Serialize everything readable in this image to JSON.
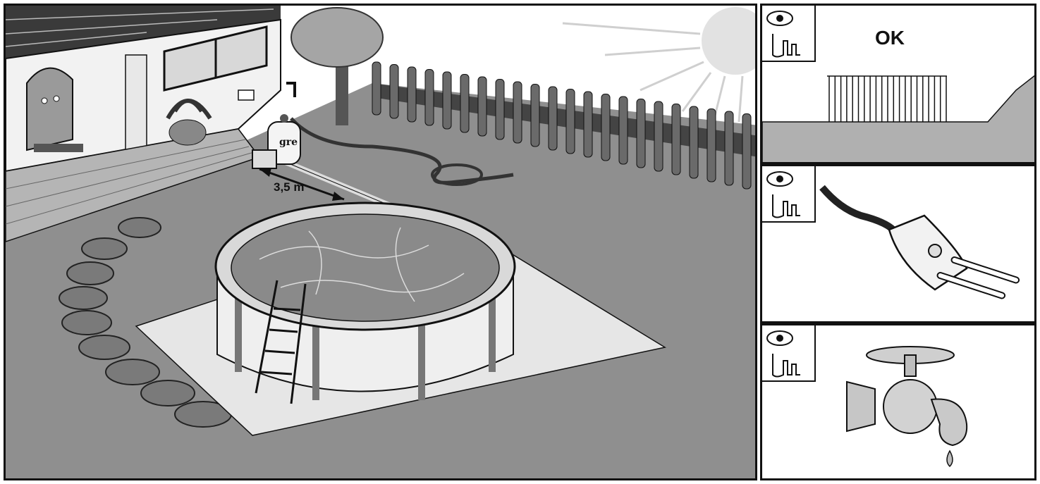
{
  "main_scene": {
    "distance_label": "3,5 m",
    "filter_brand": "gre"
  },
  "panels": [
    {
      "id": "fence",
      "label": "OK",
      "icon": "eye-hand-icon"
    },
    {
      "id": "plug",
      "icon": "eye-hand-icon"
    },
    {
      "id": "tap",
      "icon": "eye-hand-icon"
    }
  ],
  "colors": {
    "ground": "#9a9a9a",
    "outline": "#111111",
    "liner": "#ececec",
    "water": "#8e8e8e"
  }
}
